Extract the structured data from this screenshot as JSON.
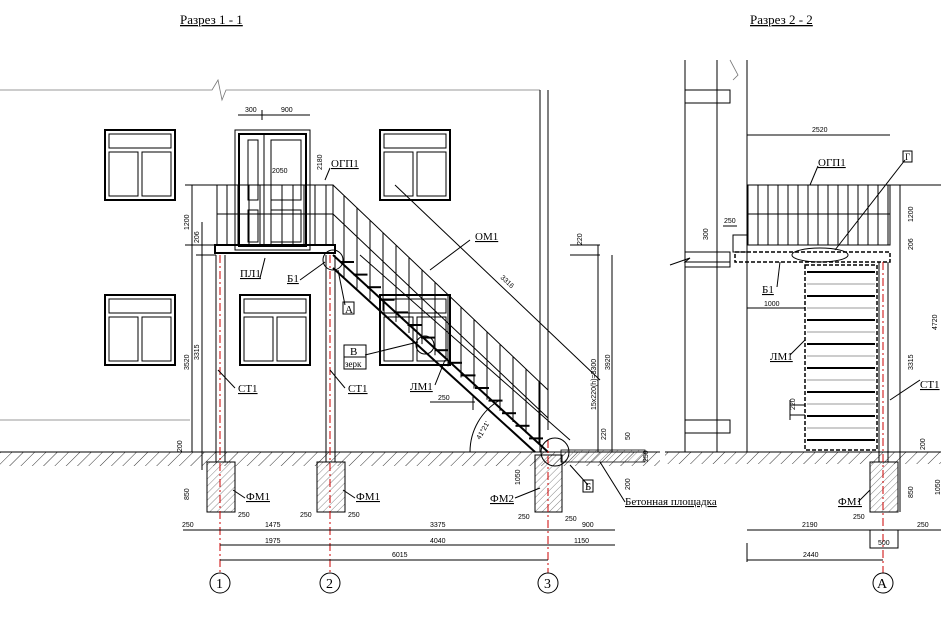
{
  "section_1": {
    "title": "Разрез 1 - 1",
    "labels": {
      "ogp1": "ОГП1",
      "pl1": "ПЛ1",
      "b1": "Б1",
      "a": "А",
      "v": "В",
      "zerk": "зерк",
      "om1": "ОМ1",
      "lm1": "ЛМ1",
      "st1_a": "СТ1",
      "st1_b": "СТ1",
      "fm1_a": "ФМ1",
      "fm1_b": "ФМ1",
      "fm2": "ФМ2",
      "b_node": "Б",
      "concrete": "Бетонная площадка"
    },
    "dims": {
      "d300": "300",
      "d900": "900",
      "d2180": "2180",
      "d2050": "2050",
      "d1200": "1200",
      "d206": "206",
      "d3520": "3520",
      "d3315": "3315",
      "d200": "200",
      "d850": "850",
      "d3316": "3316",
      "d250_step": "250",
      "d220": "220",
      "d3920": "3920",
      "d15x220": "15x220(h)=3300",
      "d4121": "41°21'",
      "d220b": "220",
      "d50": "50",
      "d250v": "250",
      "d200v": "200",
      "d1050": "1050",
      "row1": [
        "250",
        "250",
        "1475",
        "250",
        "250",
        "3375",
        "250",
        "250",
        "900"
      ],
      "row2": [
        "1975",
        "4040",
        "1150"
      ],
      "row3": "6015"
    },
    "axes": [
      "1",
      "2",
      "3"
    ]
  },
  "section_2": {
    "title": "Разрез 2 - 2",
    "labels": {
      "ogp1": "ОГП1",
      "b1": "Б1",
      "lm1": "ЛМ1",
      "st1": "СТ1",
      "fm1": "ФМ1",
      "node": "Г"
    },
    "dims": {
      "d2520": "2520",
      "d250": "250",
      "d300": "300",
      "d1200": "1200",
      "d206": "206",
      "d1000": "1000",
      "d4720": "4720",
      "d3315": "3315",
      "d220": "220",
      "d200": "200",
      "d850": "850",
      "d1050": "1050",
      "d2190": "2190",
      "d250a": "250",
      "d250b": "250",
      "d500": "500",
      "d2440": "2440"
    },
    "axes": [
      "А"
    ]
  }
}
